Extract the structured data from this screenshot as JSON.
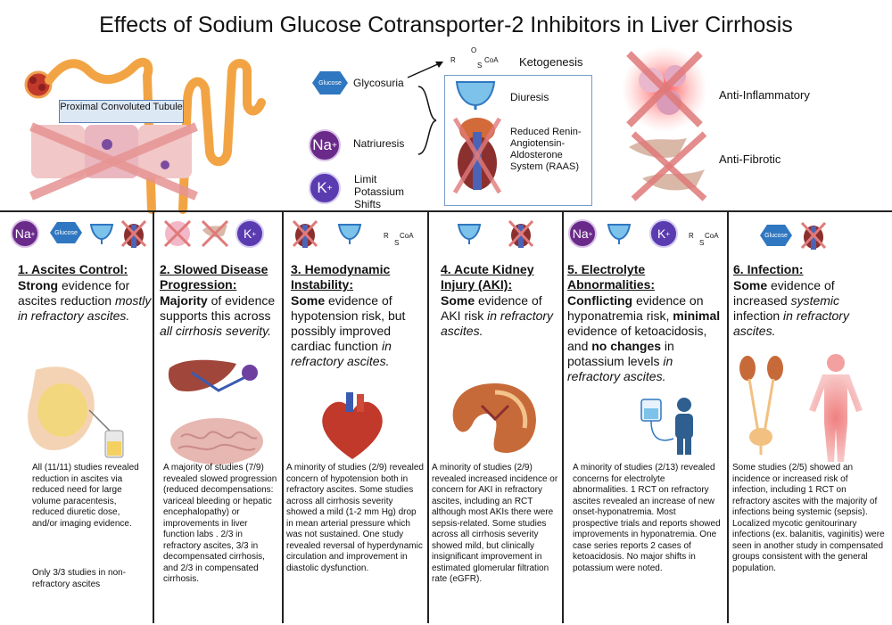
{
  "title": "Effects of Sodium Glucose Cotransporter-2 Inhibitors in Liver Cirrhosis",
  "top": {
    "tubule_label": "Proximal Convoluted Tubule",
    "glucose_label": "Glucose",
    "glycosuria": "Glycosuria",
    "natriuresis": "Natriuresis",
    "na_badge": "Na",
    "k_badge": "K",
    "plus": "+",
    "limit_potassium": "Limit Potassium Shifts",
    "ketogenesis": "Ketogenesis",
    "coa_r": "R",
    "coa_s": "S",
    "coa_o": "O",
    "coa_label": "CoA",
    "diuresis": "Diuresis",
    "raas": "Reduced Renin-Angiotensin-Aldosterone System (RAAS)",
    "anti_inflammatory": "Anti-Inflammatory",
    "anti_fibrotic": "Anti-Fibrotic"
  },
  "columns": [
    {
      "heading": "1. Ascites Control:",
      "s1": "Strong",
      "s2": " evidence for ascites reduction ",
      "s3": "mostly in refractory ascites.",
      "detail1": "All (11/11) studies revealed reduction in ascites via reduced need for large volume paracentesis, reduced diuretic dose, and/or imaging evidence.",
      "detail2": "Only 3/3 studies in non-refractory ascites"
    },
    {
      "heading": "2. Slowed Disease Progression:",
      "s1": "Majority",
      "s2": " of evidence supports this across ",
      "s3": "all cirrhosis severity.",
      "detail1": "A majority of studies (7/9) revealed slowed progression (reduced decompensations: variceal bleeding or hepatic encephalopathy)  or  improvements in liver function labs . 2/3 in refractory ascites, 3/3 in decompensated cirrhosis, and 2/3 in compensated cirrhosis."
    },
    {
      "heading": "3. Hemodynamic Instability:",
      "s1": "Some",
      "s2": " evidence of hypotension risk, but possibly improved cardiac function ",
      "s3": "in refractory ascites.",
      "detail1": "A minority of studies (2/9) revealed concern of hypotension both in refractory ascites. Some studies across all cirrhosis severity showed a mild (1-2 mm Hg) drop in mean arterial pressure which was not sustained. One study revealed reversal of hyperdynamic circulation and improvement in diastolic dysfunction."
    },
    {
      "heading": "4. Acute Kidney Injury (AKI):",
      "s1": "Some",
      "s2": " evidence of AKI risk ",
      "s3": "in refractory ascites.",
      "detail1": "A minority of studies (2/9) revealed increased incidence or concern  for AKI in refractory ascites, including an RCT although most AKIs there were sepsis-related. Some studies across all cirrhosis severity showed mild, but clinically insignificant improvement in estimated glomerular filtration rate (eGFR)."
    },
    {
      "heading": "5. Electrolyte Abnormalities:",
      "s1": "Conflicting",
      "s2": " evidence on hyponatremia risk, ",
      "s3": "minimal",
      "s4": " evidence of ketoacidosis, and ",
      "s5": "no changes",
      "s6": " in potassium levels ",
      "s7": "in refractory ascites.",
      "detail1": "A minority of studies (2/13) revealed concerns for electrolyte abnormalities. 1 RCT on refractory ascites revealed an increase of new onset-hyponatremia. Most prospective trials and reports showed improvements in hyponatremia. One case series reports 2 cases of ketoacidosis. No major shifts in potassium were noted."
    },
    {
      "heading": "6. Infection:",
      "s1": "Some",
      "s2": " evidence of increased ",
      "s3": "systemic",
      "s4": " infection ",
      "s5": "in refractory ascites.",
      "detail1": "Some studies (2/5) showed an incidence or increased risk of infection, including 1 RCT on refractory ascites with the majority of infections being systemic (sepsis). Localized mycotic genitourinary infections (ex. balanitis, vaginitis) were seen in another study in compensated groups consistent with the general population."
    }
  ]
}
